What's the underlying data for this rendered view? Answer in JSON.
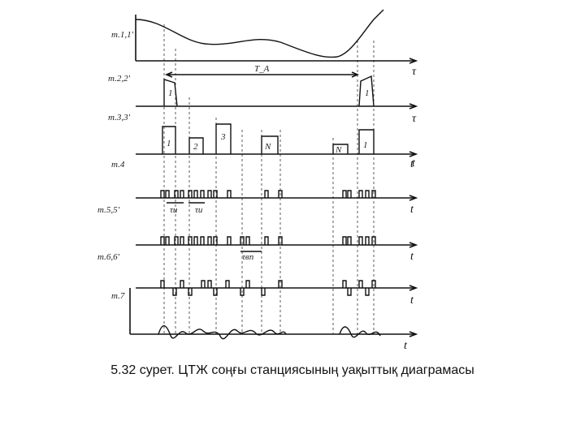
{
  "figure": {
    "caption": "5.32 сурет. ЦТЖ соңғы станциясының уақыттық диаграмасы",
    "rows": [
      {
        "label": "т.1,1'",
        "axis_symbol": "τ"
      },
      {
        "label": "т.2,2'",
        "axis_symbol": "τ"
      },
      {
        "label": "т.3,3'",
        "axis_symbol": "t"
      },
      {
        "label": "т.4",
        "axis_symbol": "t"
      },
      {
        "label": "т.5,5'",
        "axis_symbol": "t"
      },
      {
        "label": "т.6,6'",
        "axis_symbol": "t"
      },
      {
        "label": "т.7",
        "axis_symbol": "t"
      },
      {
        "label": "",
        "axis_symbol": "t"
      }
    ],
    "annotations": {
      "period": "T_A",
      "pulse_numbers": [
        "1",
        "1",
        "1",
        "2",
        "3",
        "N",
        "N",
        "1"
      ],
      "tau_labels": [
        "τи",
        "τи"
      ],
      "ref_label": "τвп"
    }
  }
}
